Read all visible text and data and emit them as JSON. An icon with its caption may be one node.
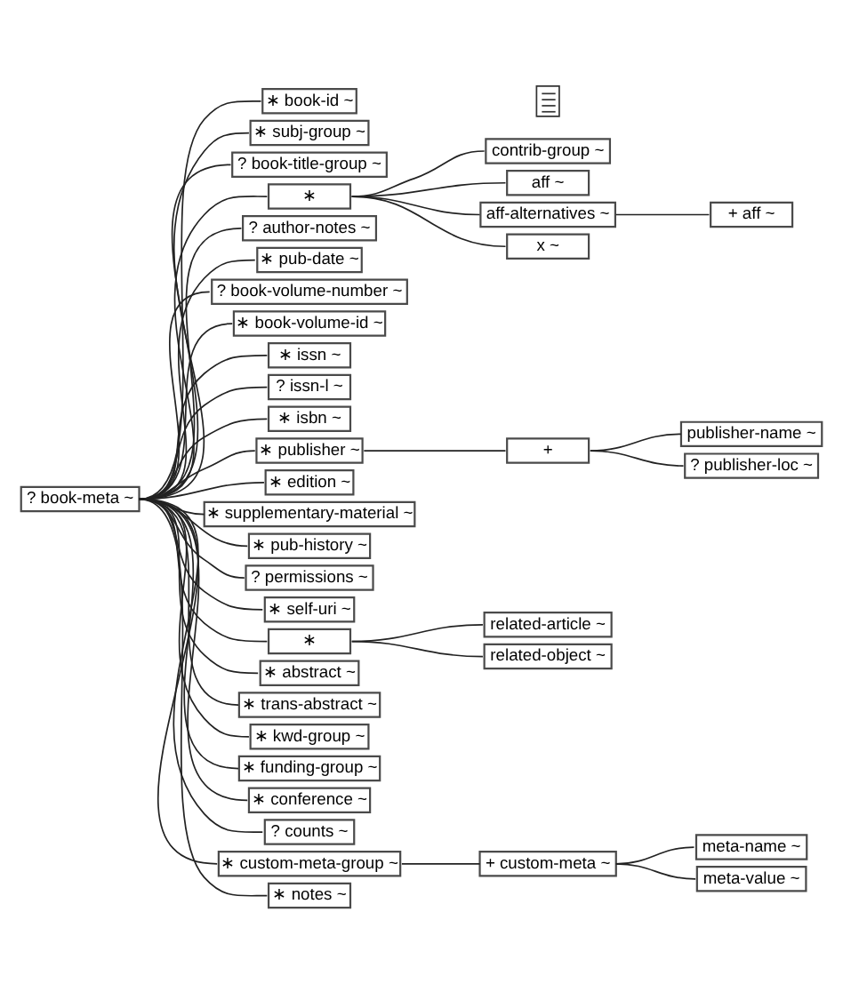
{
  "diagram": {
    "nodes": [
      {
        "text": [
          "? book-meta ~"
        ]
      },
      {
        "text": [
          "∗ book-id ~"
        ]
      },
      {
        "text": [],
        "shape": "picture"
      },
      {
        "text": [
          "∗ subj-group ~"
        ]
      },
      {
        "text": [
          "? book-title-group ~"
        ]
      },
      {
        "text": [
          "∗"
        ]
      },
      {
        "text": [
          "contrib-group ~"
        ]
      },
      {
        "text": [
          "aff ~"
        ]
      },
      {
        "text": [
          "aff-alternatives ~"
        ]
      },
      {
        "text": [
          "+ aff ~"
        ]
      },
      {
        "text": [
          "x ~"
        ]
      },
      {
        "text": [
          "? author-notes ~"
        ]
      },
      {
        "text": [
          "∗ pub-date ~"
        ]
      },
      {
        "text": [
          "? book-volume-number ~"
        ]
      },
      {
        "text": [
          "∗ book-volume-id ~"
        ]
      },
      {
        "text": [
          "∗ issn ~"
        ]
      },
      {
        "text": [
          "? issn-l ~"
        ]
      },
      {
        "text": [
          "∗ isbn ~"
        ]
      },
      {
        "text": [
          "∗ publisher ~"
        ]
      },
      {
        "text": [
          "+"
        ]
      },
      {
        "text": [
          "publisher-name ~"
        ]
      },
      {
        "text": [
          "? publisher-loc ~"
        ]
      },
      {
        "text": [
          "∗ edition ~"
        ]
      },
      {
        "text": [
          "∗ supplementary-material ~"
        ]
      },
      {
        "text": [
          "∗ pub-history ~"
        ]
      },
      {
        "text": [
          "? permissions ~"
        ]
      },
      {
        "text": [
          "∗ self-uri ~"
        ]
      },
      {
        "text": [
          "∗"
        ]
      },
      {
        "text": [
          "related-article ~"
        ]
      },
      {
        "text": [
          "related-object ~"
        ]
      },
      {
        "text": [
          "∗ abstract ~"
        ]
      },
      {
        "text": [
          "∗ trans-abstract ~"
        ]
      },
      {
        "text": [
          "∗ kwd-group ~"
        ]
      },
      {
        "text": [
          "∗ funding-group ~"
        ]
      },
      {
        "text": [
          "∗ conference ~"
        ]
      },
      {
        "text": [
          "? counts ~"
        ]
      },
      {
        "text": [
          "∗ custom-meta-group ~"
        ]
      },
      {
        "text": [
          "+ custom-meta ~"
        ]
      },
      {
        "text": [
          "meta-name ~"
        ]
      },
      {
        "text": [
          "meta-value ~"
        ]
      },
      {
        "text": [
          "∗ notes ~"
        ]
      }
    ],
    "edges": [
      {
        "from": 0,
        "to": 1,
        "arrow": "none"
      },
      {
        "from": 0,
        "to": 3,
        "arrow": "none"
      },
      {
        "from": 0,
        "to": 4,
        "arrow": "none"
      },
      {
        "from": 0,
        "to": 5,
        "arrow": "none"
      },
      {
        "from": 5,
        "to": 6,
        "arrow": "none"
      },
      {
        "from": 5,
        "to": 7,
        "arrow": "none"
      },
      {
        "from": 5,
        "to": 8,
        "arrow": "none"
      },
      {
        "from": 8,
        "to": 9,
        "arrow": "none"
      },
      {
        "from": 5,
        "to": 10,
        "arrow": "none"
      },
      {
        "from": 0,
        "to": 11,
        "arrow": "none"
      },
      {
        "from": 0,
        "to": 12,
        "arrow": "none"
      },
      {
        "from": 0,
        "to": 13,
        "arrow": "none"
      },
      {
        "from": 0,
        "to": 14,
        "arrow": "none"
      },
      {
        "from": 0,
        "to": 15,
        "arrow": "none"
      },
      {
        "from": 0,
        "to": 16,
        "arrow": "none"
      },
      {
        "from": 0,
        "to": 17,
        "arrow": "none"
      },
      {
        "from": 0,
        "to": 18,
        "arrow": "none"
      },
      {
        "from": 18,
        "to": 19,
        "arrow": "none"
      },
      {
        "from": 19,
        "to": 20,
        "arrow": "none"
      },
      {
        "from": 19,
        "to": 21,
        "arrow": "none"
      },
      {
        "from": 0,
        "to": 22,
        "arrow": "none"
      },
      {
        "from": 0,
        "to": 23,
        "arrow": "none"
      },
      {
        "from": 0,
        "to": 24,
        "arrow": "none"
      },
      {
        "from": 0,
        "to": 25,
        "arrow": "none"
      },
      {
        "from": 0,
        "to": 26,
        "arrow": "none"
      },
      {
        "from": 0,
        "to": 27,
        "arrow": "none"
      },
      {
        "from": 27,
        "to": 28,
        "arrow": "none"
      },
      {
        "from": 27,
        "to": 29,
        "arrow": "none"
      },
      {
        "from": 0,
        "to": 30,
        "arrow": "none"
      },
      {
        "from": 0,
        "to": 31,
        "arrow": "none"
      },
      {
        "from": 0,
        "to": 32,
        "arrow": "none"
      },
      {
        "from": 0,
        "to": 33,
        "arrow": "none"
      },
      {
        "from": 0,
        "to": 34,
        "arrow": "none"
      },
      {
        "from": 0,
        "to": 35,
        "arrow": "none"
      },
      {
        "from": 0,
        "to": 36,
        "arrow": "none"
      },
      {
        "from": 36,
        "to": 37,
        "arrow": "none"
      },
      {
        "from": 37,
        "to": 38,
        "arrow": "none"
      },
      {
        "from": 37,
        "to": 39,
        "arrow": "none"
      },
      {
        "from": 0,
        "to": 40,
        "arrow": "none"
      }
    ]
  }
}
